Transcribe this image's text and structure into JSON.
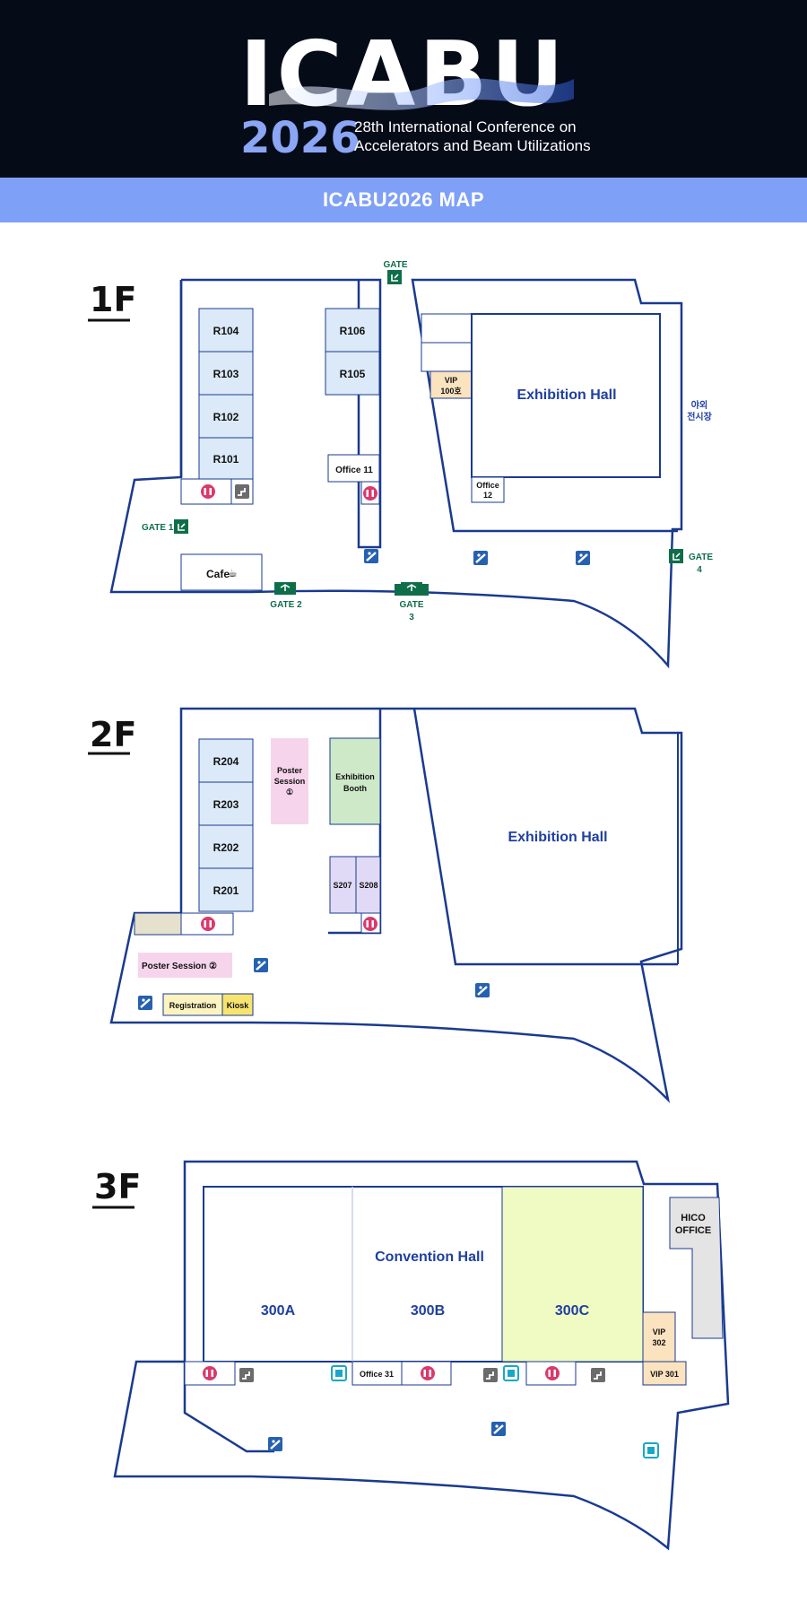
{
  "header": {
    "logo_text": "ICABU",
    "year": "2026",
    "subtitle_line1": "28th International Conference on",
    "subtitle_line2": "Accelerators and Beam Utilizations",
    "colors": {
      "background": "#060b18",
      "accent": "#7fa0f7"
    }
  },
  "title_bar": {
    "label": "ICABU2026 MAP"
  },
  "floor1": {
    "label": "1F",
    "rooms": {
      "r104": "R104",
      "r103": "R103",
      "r102": "R102",
      "r101": "R101",
      "r106": "R106",
      "r105": "R105",
      "office11": "Office 11",
      "office12_a": "Office",
      "office12_b": "12",
      "vip_a": "VIP",
      "vip_b": "100호",
      "exhibition": "Exhibition Hall",
      "outdoor_a": "야외",
      "outdoor_b": "전시장",
      "cafe": "Cafe"
    },
    "gates": {
      "gate_top": "GATE",
      "gate1": "GATE 1",
      "gate2": "GATE 2",
      "gate3_a": "GATE",
      "gate3_b": "3",
      "gate4_a": "GATE",
      "gate4_b": "4"
    }
  },
  "floor2": {
    "label": "2F",
    "rooms": {
      "r204": "R204",
      "r203": "R203",
      "r202": "R202",
      "r201": "R201",
      "poster1_a": "Poster",
      "poster1_b": "Session",
      "poster1_c": "①",
      "booth_a": "Exhibition",
      "booth_b": "Booth",
      "s207": "S207",
      "s208": "S208",
      "exhibition": "Exhibition Hall",
      "poster2": "Poster Session ②",
      "registration": "Registration",
      "kiosk": "Kiosk"
    }
  },
  "floor3": {
    "label": "3F",
    "rooms": {
      "convention": "Convention Hall",
      "a": "300A",
      "b": "300B",
      "c": "300C",
      "hico_a": "HICO",
      "hico_b": "OFFICE",
      "vip302_a": "VIP",
      "vip302_b": "302",
      "vip301": "VIP 301",
      "office31": "Office 31"
    }
  },
  "icons": [
    "restroom-icon",
    "stairs-icon",
    "escalator-icon",
    "elevator-icon",
    "gate-icon",
    "coffee-icon"
  ]
}
